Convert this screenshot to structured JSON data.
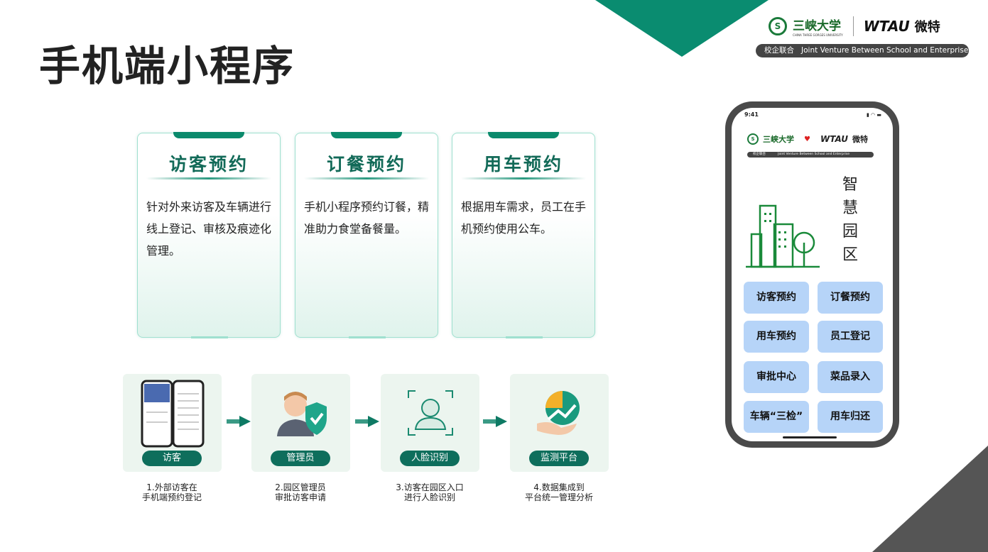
{
  "title": "手机端小程序",
  "header": {
    "university": "三峡大学",
    "university_en": "CHINA THREE GORGES UNIVERSITY",
    "company": "WTAU",
    "company_cn": "微特",
    "banner_cn": "校企联合",
    "banner_en": "Joint Venture Between School and Enterprise"
  },
  "cards": [
    {
      "title": "访客预约",
      "desc": "针对外来访客及车辆进行线上登记、审核及痕迹化管理。"
    },
    {
      "title": "订餐预约",
      "desc": "手机小程序预约订餐，精准助力食堂备餐量。"
    },
    {
      "title": "用车预约",
      "desc": "根据用车需求，员工在手机预约使用公车。"
    }
  ],
  "steps": [
    {
      "label": "访客",
      "icon": "phone-screens-icon",
      "caption1": "1.外部访客在",
      "caption2": "手机端预约登记"
    },
    {
      "label": "管理员",
      "icon": "admin-shield-icon",
      "caption1": "2.园区管理员",
      "caption2": "审批访客申请"
    },
    {
      "label": "人脸识别",
      "icon": "face-scan-icon",
      "caption1": "3.访客在园区入口",
      "caption2": "进行人脸识别"
    },
    {
      "label": "监测平台",
      "icon": "chart-hand-icon",
      "caption1": "4.数据集成到",
      "caption2": "平台统一管理分析"
    }
  ],
  "phone": {
    "time": "9:41",
    "banner_cn": "校企联合",
    "banner_en": "Joint Venture Between School and Enterprise",
    "heading": [
      "智",
      "慧",
      "园",
      "区"
    ],
    "buttons": [
      "访客预约",
      "订餐预约",
      "用车预约",
      "员工登记",
      "审批中心",
      "菜品录入",
      "车辆“三检”",
      "用车归还"
    ]
  },
  "colors": {
    "primary": "#0a8c70",
    "dark_green": "#0e6e5c",
    "button_blue": "#b6d4f8"
  }
}
